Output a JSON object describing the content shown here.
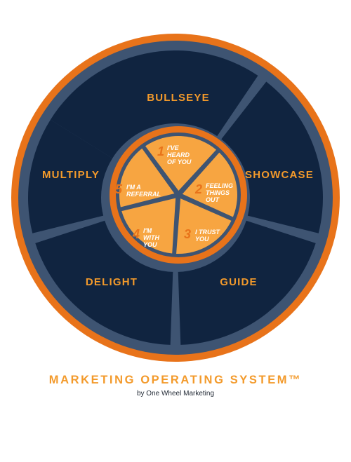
{
  "wheel": {
    "segments": [
      {
        "id": "bullseye",
        "label": "BULLSEYE"
      },
      {
        "id": "showcase",
        "label": "SHOWCASE"
      },
      {
        "id": "guide",
        "label": "GUIDE"
      },
      {
        "id": "delight",
        "label": "DELIGHT"
      },
      {
        "id": "multiply",
        "label": "MULTIPLY"
      }
    ],
    "stages": [
      {
        "number": "1",
        "lines": [
          "I'VE",
          "HEARD",
          "OF YOU"
        ]
      },
      {
        "number": "2",
        "lines": [
          "FEELING",
          "THINGS",
          "OUT"
        ]
      },
      {
        "number": "3",
        "lines": [
          "I TRUST",
          "YOU"
        ]
      },
      {
        "number": "4",
        "lines": [
          "I'M",
          "WITH",
          "YOU"
        ]
      },
      {
        "number": "5",
        "lines": [
          "I'M A",
          "REFERRAL"
        ]
      }
    ]
  },
  "footer": {
    "title": "MARKETING OPERATING SYSTEM™",
    "subtitle": "by One Wheel Marketing"
  },
  "colors": {
    "navy": "#102440",
    "slate": "#3e5472",
    "orange": "#e8731a",
    "light_orange": "#f7a541",
    "label_orange": "#f39a2b"
  }
}
